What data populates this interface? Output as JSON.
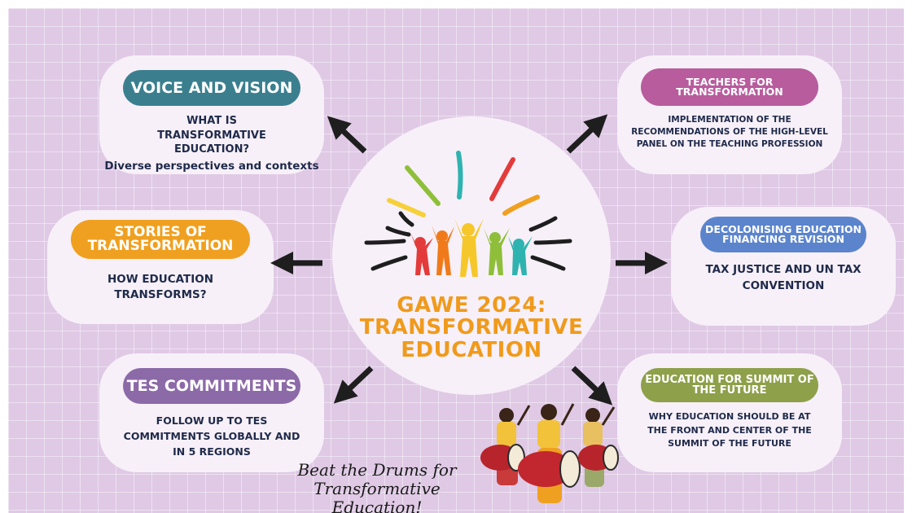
{
  "center": {
    "line1": "GAWE 2024:",
    "line2": "TRANSFORMATIVE",
    "line3": "EDUCATION"
  },
  "cards": {
    "voice": {
      "title": "VOICE AND VISION",
      "text1": "WHAT IS TRANSFORMATIVE EDUCATION?",
      "text2": "Diverse perspectives and contexts",
      "color": "#3b7f8f"
    },
    "stories": {
      "title": "STORIES OF TRANSFORMATION",
      "text1": "HOW EDUCATION TRANSFORMS?",
      "color": "#f0a020"
    },
    "tes": {
      "title": "TES COMMITMENTS",
      "text1": "FOLLOW UP TO TES COMMITMENTS GLOBALLY AND IN 5 REGIONS",
      "color": "#8c6aa8"
    },
    "teachers": {
      "title": "TEACHERS FOR TRANSFORMATION",
      "text1": "IMPLEMENTATION OF THE RECOMMENDATIONS OF THE HIGH-LEVEL PANEL ON THE TEACHING PROFESSION",
      "color": "#b85c9e"
    },
    "decolonising": {
      "title": "DECOLONISING EDUCATION FINANCING REVISION",
      "text1": "TAX JUSTICE AND UN TAX CONVENTION",
      "color": "#5b84cc"
    },
    "summit": {
      "title": "EDUCATION FOR SUMMIT OF THE FUTURE",
      "text1": "WHY EDUCATION SHOULD BE AT THE FRONT AND CENTER OF THE SUMMIT OF THE FUTURE",
      "color": "#8ea04a"
    }
  },
  "tagline": {
    "line1": "Beat the Drums for",
    "line2": "Transformative Education!"
  },
  "icons": {
    "logo": "people-celebration-logo-icon",
    "drummers": "drummers-illustration-icon",
    "arrow": "arrow-icon"
  }
}
